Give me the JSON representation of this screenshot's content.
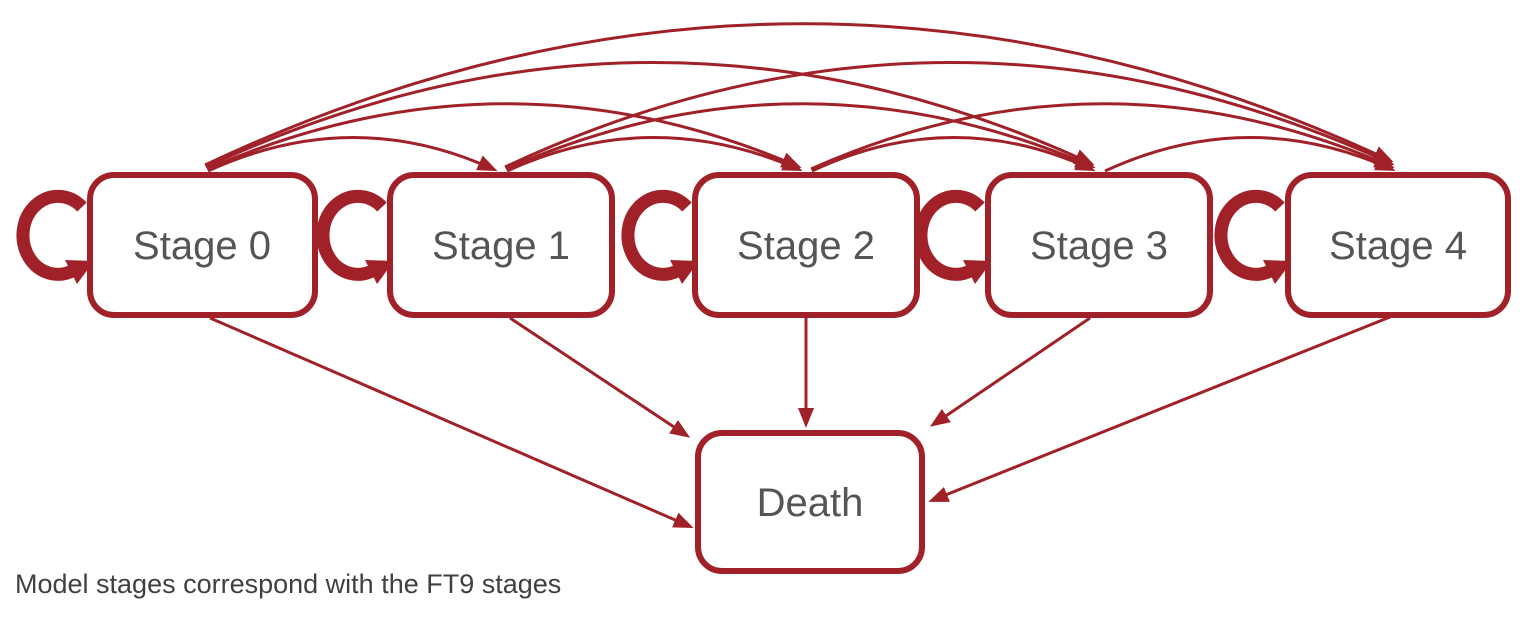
{
  "diagram": {
    "caption": "Model stages correspond with the FT9 stages",
    "nodes": [
      {
        "id": "stage-0",
        "label": "Stage 0"
      },
      {
        "id": "stage-1",
        "label": "Stage 1"
      },
      {
        "id": "stage-2",
        "label": "Stage 2"
      },
      {
        "id": "stage-3",
        "label": "Stage 3"
      },
      {
        "id": "stage-4",
        "label": "Stage 4"
      },
      {
        "id": "death",
        "label": "Death"
      }
    ],
    "transitions": {
      "self_loops": [
        "Stage 0",
        "Stage 1",
        "Stage 2",
        "Stage 3",
        "Stage 4"
      ],
      "progression": [
        {
          "from": "Stage 0",
          "to": "Stage 1"
        },
        {
          "from": "Stage 0",
          "to": "Stage 2"
        },
        {
          "from": "Stage 0",
          "to": "Stage 3"
        },
        {
          "from": "Stage 0",
          "to": "Stage 4"
        },
        {
          "from": "Stage 1",
          "to": "Stage 2"
        },
        {
          "from": "Stage 1",
          "to": "Stage 3"
        },
        {
          "from": "Stage 1",
          "to": "Stage 4"
        },
        {
          "from": "Stage 2",
          "to": "Stage 3"
        },
        {
          "from": "Stage 2",
          "to": "Stage 4"
        },
        {
          "from": "Stage 3",
          "to": "Stage 4"
        }
      ],
      "to_death": [
        {
          "from": "Stage 0",
          "to": "Death"
        },
        {
          "from": "Stage 1",
          "to": "Death"
        },
        {
          "from": "Stage 2",
          "to": "Death"
        },
        {
          "from": "Stage 3",
          "to": "Death"
        },
        {
          "from": "Stage 4",
          "to": "Death"
        }
      ]
    },
    "colors": {
      "arrow_red": "#A12129",
      "node_border": "#A12129",
      "node_fill": "#FFFFFF",
      "node_text": "#555555",
      "caption_text": "#404040",
      "background": "#FFFFFF"
    }
  }
}
